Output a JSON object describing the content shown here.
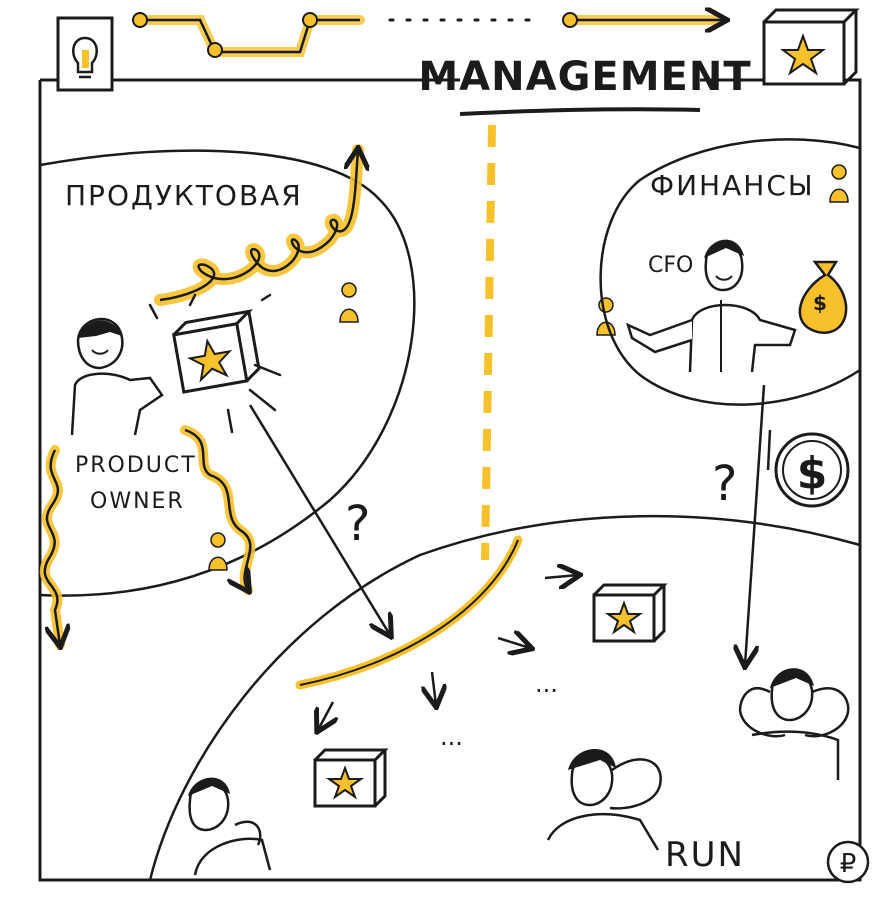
{
  "title": "MANAGEMENT",
  "labels": {
    "product": "ПРОДУКТОВАЯ",
    "finance": "ФИНАНСЫ",
    "cfo": "CFO",
    "product_owner_line1": "PRODUCT",
    "product_owner_line2": "OWNER",
    "run": "RUN",
    "question": "?",
    "dollar": "$",
    "bag_dollar": "$",
    "ruble": "₽",
    "ellipsis": "..."
  },
  "icons": {
    "top_left": "lightbulb-icon",
    "top_right": "star-box-icon",
    "bottom_right": "ruble-icon"
  },
  "colors": {
    "ink": "#1b1b1b",
    "accent": "#f7c12b",
    "paper": "#ffffff"
  }
}
